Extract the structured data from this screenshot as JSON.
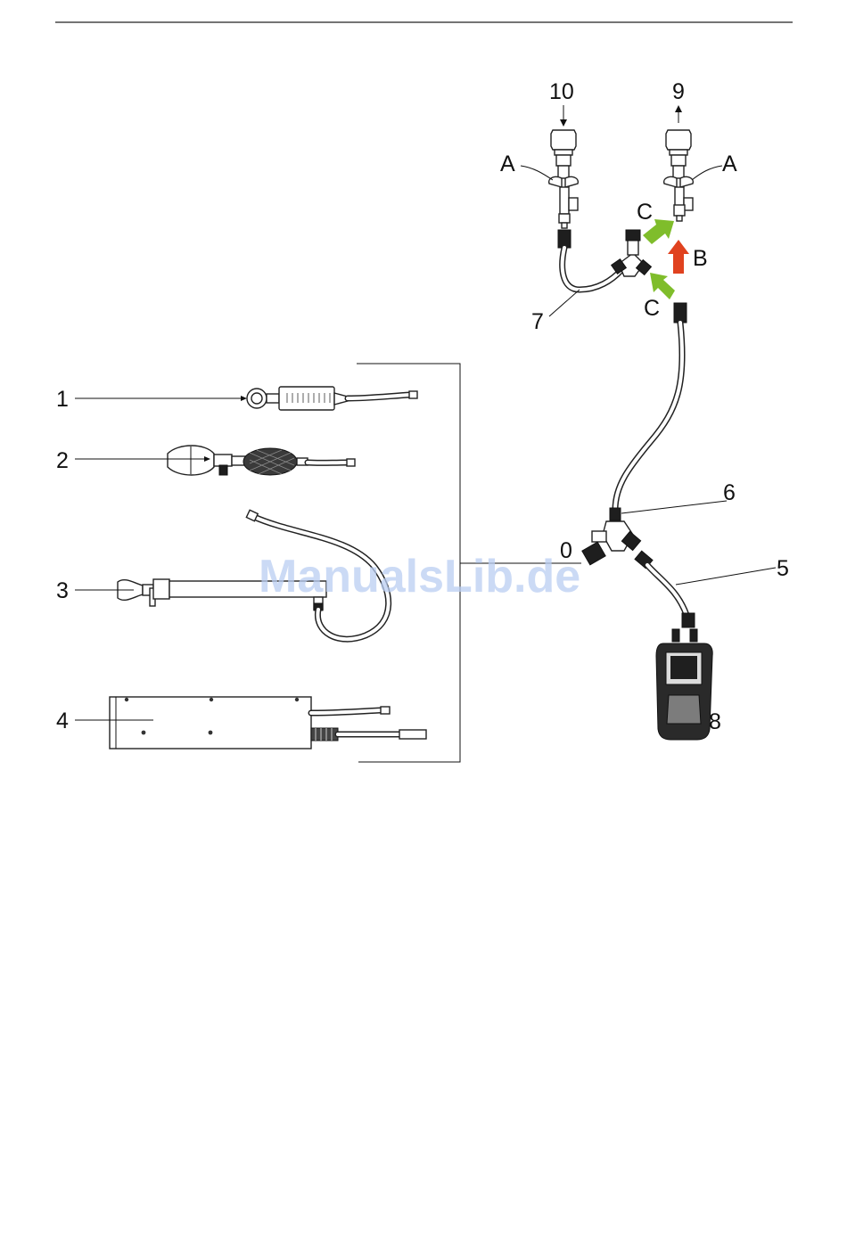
{
  "labels": {
    "n0": "0",
    "n1": "1",
    "n2": "2",
    "n3": "3",
    "n4": "4",
    "n5": "5",
    "n6": "6",
    "n7": "7",
    "n8": "8",
    "n9": "9",
    "n10": "10",
    "a_left": "A",
    "a_right": "A",
    "b": "B",
    "c_top": "C",
    "c_bottom": "C"
  },
  "watermark": "ManualsLib.de",
  "colors": {
    "green_arrow": "#7fbd2b",
    "red_arrow": "#e0421f",
    "watermark": "#b9cdf2"
  }
}
